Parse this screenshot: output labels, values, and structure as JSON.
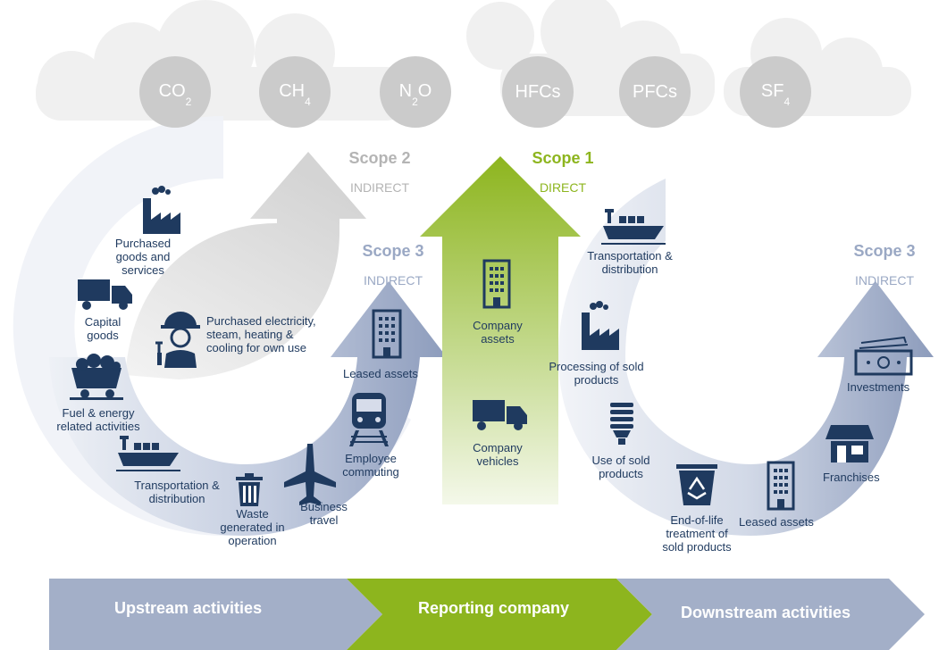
{
  "gases": [
    {
      "base": "CO",
      "sub": "2"
    },
    {
      "base": "CH",
      "sub": "4"
    },
    {
      "base": "N",
      "sub": "2",
      "after": "O"
    },
    {
      "base": "HFCs",
      "sub": ""
    },
    {
      "base": "PFCs",
      "sub": ""
    },
    {
      "base": "SF",
      "sub": "4"
    }
  ],
  "scopes": {
    "scope2": {
      "title": "Scope 2",
      "subtitle": "INDIRECT"
    },
    "scope1": {
      "title": "Scope 1",
      "subtitle": "DIRECT"
    },
    "scope3_up": {
      "title": "Scope 3",
      "subtitle": "INDIRECT"
    },
    "scope3_down": {
      "title": "Scope 3",
      "subtitle": "INDIRECT"
    }
  },
  "upstream_items": {
    "purchased_goods": "Purchased\ngoods and\nservices",
    "capital_goods": "Capital\ngoods",
    "fuel_energy": "Fuel & energy\nrelated activities",
    "transport": "Transportation  &\ndistribution",
    "waste": "Waste\ngenerated in\noperation",
    "business_travel": "Business\ntravel",
    "commuting": "Employee\ncommuting",
    "leased_assets": "Leased assets",
    "electricity": "Purchased electricity,\nsteam, heating &\ncooling for own use"
  },
  "company_items": {
    "assets": "Company\nassets",
    "vehicles": "Company\nvehicles"
  },
  "downstream_items": {
    "transport": "Transportation  &\ndistribution",
    "processing": "Processing of sold\nproducts",
    "use": "Use of sold\nproducts",
    "end_of_life": "End-of-life\ntreatment of\nsold products",
    "leased_assets": "Leased assets",
    "franchises": "Franchises",
    "investments": "Investments"
  },
  "bands": {
    "upstream": "Upstream activities",
    "reporting": "Reporting company",
    "downstream": "Downstream activities"
  },
  "colors": {
    "navy": "#1f3a5f",
    "green": "#8db51e",
    "grey": "#cbcbcb",
    "scope3_blue": "#9aa8c4",
    "band_blue": "#a3afc8"
  },
  "icons": [
    "factory-icon",
    "truck-icon",
    "coal-cart-icon",
    "cargo-ship-icon",
    "trash-bin-icon",
    "airplane-icon",
    "train-icon",
    "building-icon",
    "worker-icon",
    "bulb-icon",
    "recycle-bin-icon",
    "shop-icon",
    "money-icon"
  ]
}
